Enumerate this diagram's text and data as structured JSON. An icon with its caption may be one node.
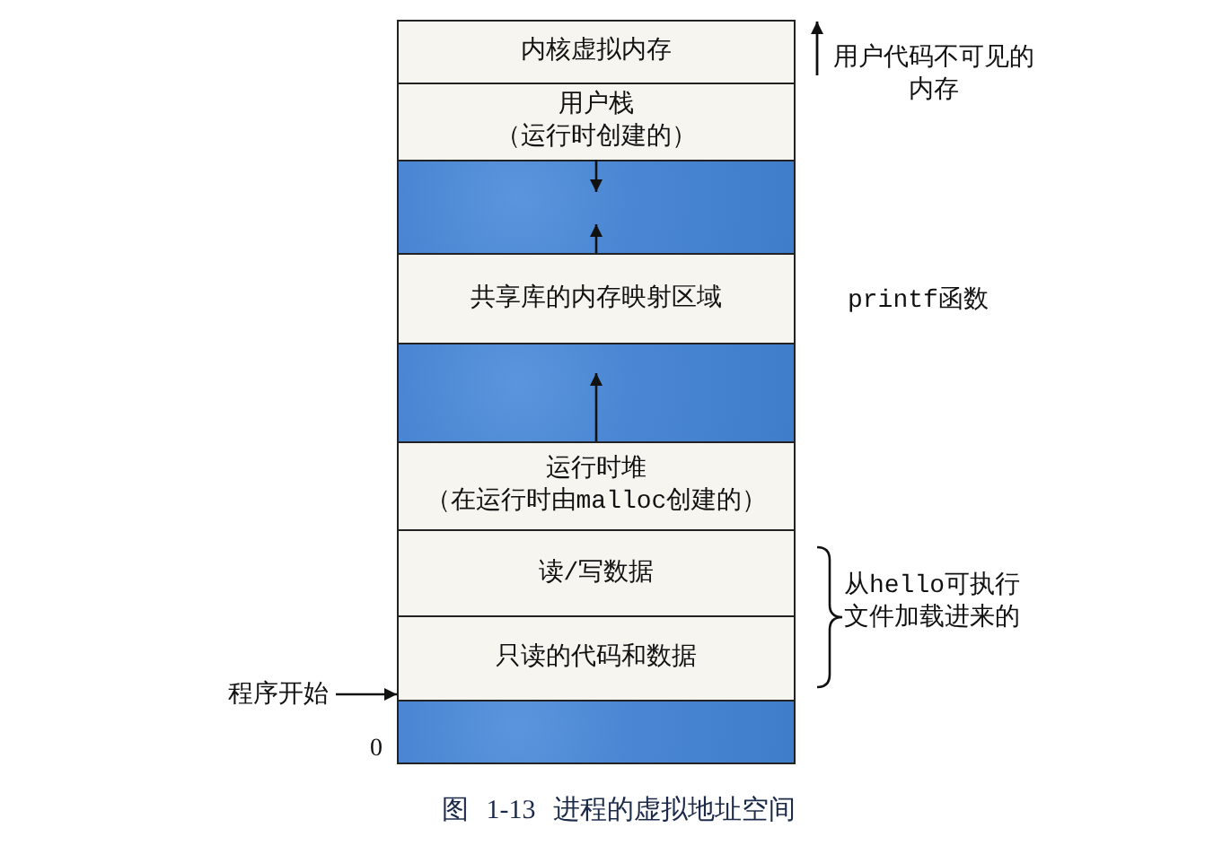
{
  "diagram": {
    "caption": "图 1-13 进程的虚拟地址空间",
    "nodes": [
      {
        "text": [
          "内核虚拟内存"
        ],
        "beside": [
          "用户代码不可见的内存"
        ]
      },
      {
        "text": [
          "用户栈",
          "（运行时创建的）"
        ]
      },
      {
        "text": [],
        "shape": "bar"
      },
      {
        "text": [
          "共享库的内存映射区域"
        ],
        "beside": [
          "printf函数"
        ]
      },
      {
        "text": [],
        "shape": "bar"
      },
      {
        "text": [
          "运行时堆",
          "（在运行时由malloc创建的）"
        ]
      },
      {
        "text": [
          "读/写数据"
        ]
      },
      {
        "text": [
          "只读的代码和数据"
        ]
      },
      {
        "text": [],
        "shape": "bar"
      },
      {
        "text": [
          "程序开始"
        ]
      }
    ],
    "edges": [
      {
        "from": 1,
        "to": 2,
        "arrow": "to"
      },
      {
        "from": 3,
        "to": 2,
        "arrow": "to"
      },
      {
        "from": 5,
        "to": 4,
        "arrow": "to"
      },
      {
        "from": 9,
        "to": 7,
        "arrow": "to"
      }
    ],
    "labels": [
      "从hello可执行文件加载进来的",
      "0"
    ]
  }
}
